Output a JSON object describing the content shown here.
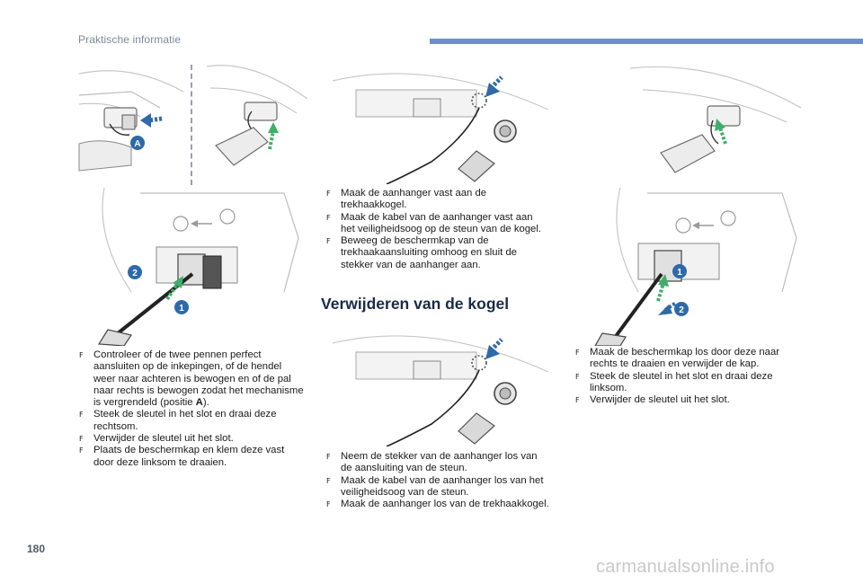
{
  "header": {
    "section_title": "Praktische informatie"
  },
  "page": {
    "number": "180"
  },
  "watermark": {
    "text": "carmanualsonline.info"
  },
  "section": {
    "heading": "Verwijderen van de kogel"
  },
  "labels": {
    "a": "A",
    "one": "1",
    "two": "2"
  },
  "colors": {
    "accent": "#6f8fcc",
    "callout": "#2e6aa8",
    "arrow_green": "#3fae6a",
    "heading": "#1a2a48"
  },
  "icons": {
    "bullet": "checkbox-bullet-icon"
  },
  "left_column": {
    "items": [
      {
        "bullet": "F",
        "pre": "Controleer of de twee pennen perfect aansluiten op de inkepingen, of de hendel weer naar achteren is bewogen en of de pal naar rechts is bewogen zodat het mechanisme is vergrendeld (positie ",
        "ref": "A",
        "post": ")."
      },
      {
        "bullet": "F",
        "text": "Steek de sleutel in het slot en draai deze rechtsom."
      },
      {
        "bullet": "F",
        "text": "Verwijder de sleutel uit het slot."
      },
      {
        "bullet": "F",
        "text": "Plaats de beschermkap en klem deze vast door deze linksom te draaien."
      }
    ]
  },
  "middle_column": {
    "attach_items": [
      {
        "bullet": "F",
        "text": "Maak de aanhanger vast aan de trekhaakkogel."
      },
      {
        "bullet": "F",
        "text": "Maak de kabel van de aanhanger vast aan het veiligheidsoog op de steun van de kogel."
      },
      {
        "bullet": "F",
        "text": "Beweeg de beschermkap van de trekhaakaansluiting omhoog en sluit de stekker van de aanhanger aan."
      }
    ],
    "remove_items": [
      {
        "bullet": "F",
        "text": "Neem de stekker van de aanhanger los van de aansluiting van de steun."
      },
      {
        "bullet": "F",
        "text": "Maak de kabel van de aanhanger los van het veiligheidsoog van de steun."
      },
      {
        "bullet": "F",
        "text": "Maak de aanhanger los van de trekhaakkogel."
      }
    ]
  },
  "right_column": {
    "items": [
      {
        "bullet": "F",
        "text": "Maak de beschermkap los door deze naar rechts te draaien en verwijder de kap."
      },
      {
        "bullet": "F",
        "text": "Steek de sleutel in het slot en draai deze linksom."
      },
      {
        "bullet": "F",
        "text": "Verwijder de sleutel uit het slot."
      }
    ]
  }
}
